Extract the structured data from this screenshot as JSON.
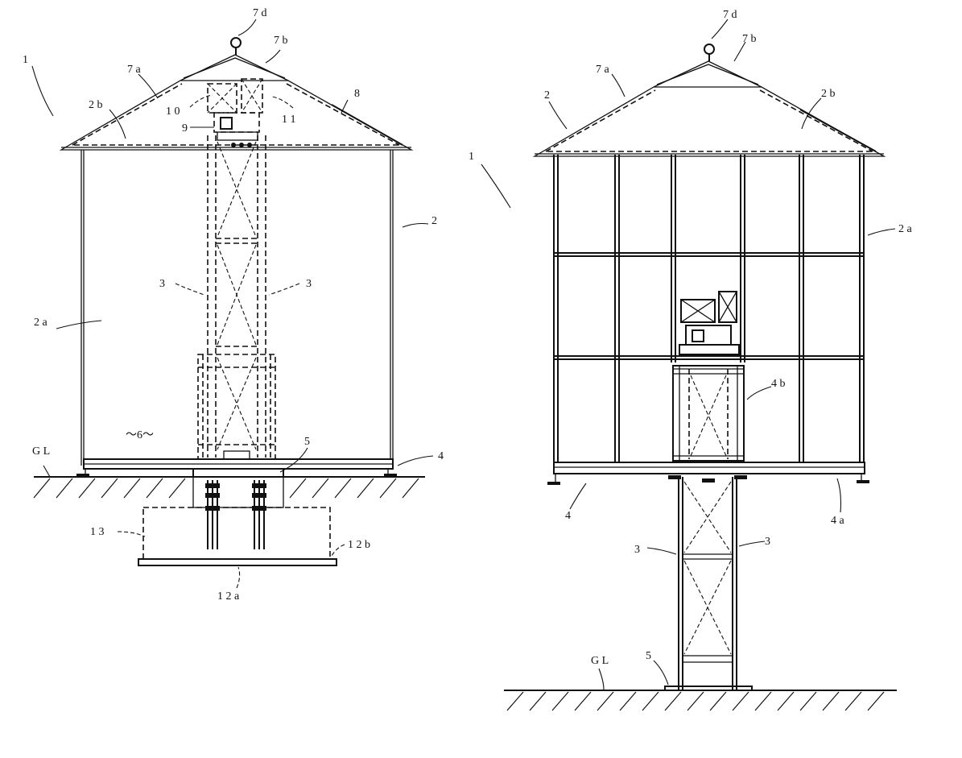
{
  "figures": {
    "left": {
      "labels": {
        "ref_1": "1",
        "ref_7d": "7 d",
        "ref_7b": "7 b",
        "ref_7a": "7 a",
        "ref_8": "8",
        "ref_2b": "2 b",
        "ref_10": "1 0",
        "ref_11": "1 1",
        "ref_9": "9",
        "ref_2": "2",
        "ref_3_left": "3",
        "ref_3_right": "3",
        "ref_2a": "2 a",
        "ref_6": "～6～",
        "ref_gl": "G L",
        "ref_5": "5",
        "ref_4": "4",
        "ref_13": "1 3",
        "ref_12b": "1 2 b",
        "ref_12a": "1 2 a"
      }
    },
    "right": {
      "labels": {
        "ref_7d": "7 d",
        "ref_7b": "7 b",
        "ref_7a": "7 a",
        "ref_2": "2",
        "ref_2b": "2 b",
        "ref_1": "1",
        "ref_2a": "2 a",
        "ref_4b": "4 b",
        "ref_4": "4",
        "ref_4a": "4 a",
        "ref_3_left": "3",
        "ref_3_right": "3",
        "ref_gl": "G L",
        "ref_5": "5"
      }
    }
  }
}
